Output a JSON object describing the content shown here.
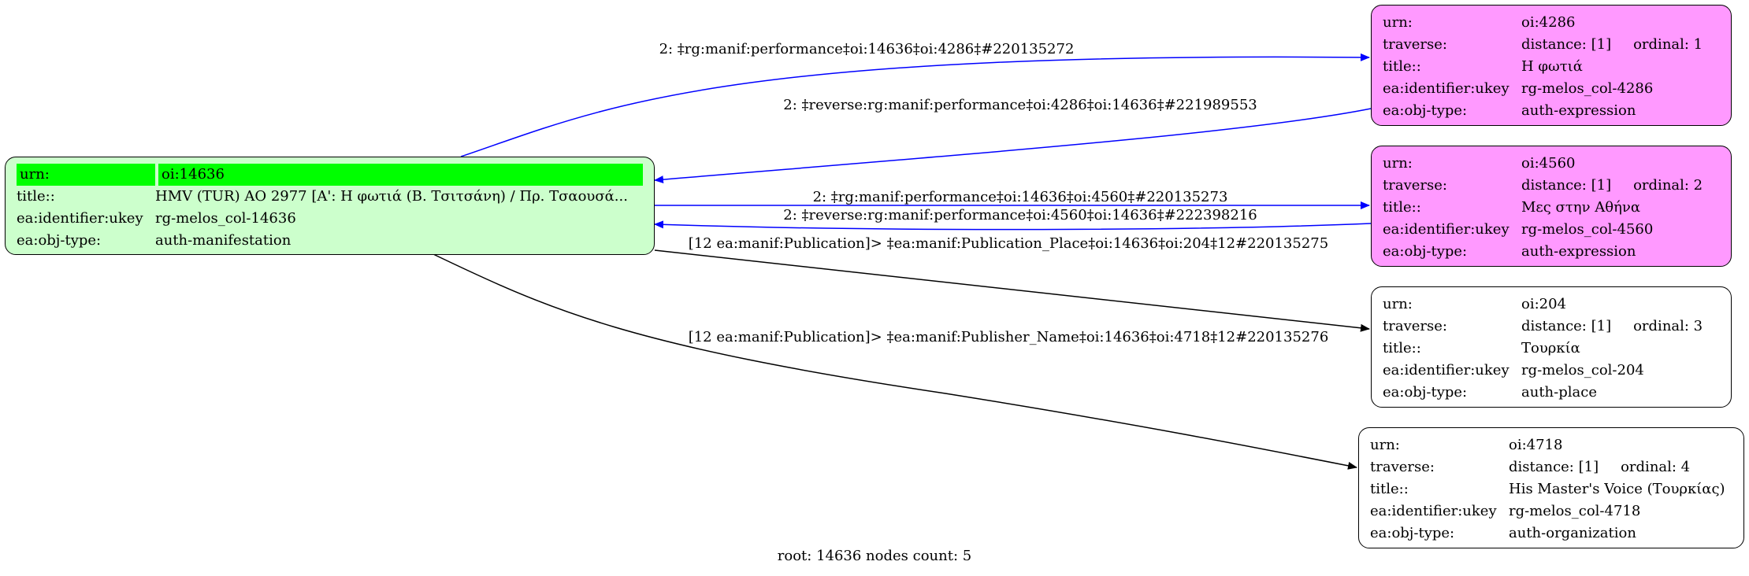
{
  "graph": {
    "footer": "root: 14636 nodes count: 5",
    "root": {
      "urn_key": "urn:",
      "urn": "oi:14636",
      "title_key": "title::",
      "title": "HMV (TUR) AO 2977 [A': Η φωτιά (Β. Τσιτσάνη) / Πρ. Τσαουσά...",
      "ukey_key": "ea:identifier:ukey",
      "ukey": "rg-melos_col-14636",
      "type_key": "ea:obj-type:",
      "type": "auth-manifestation",
      "fill": "#ccffcc",
      "highlight": "#00ff00"
    },
    "nodes": [
      {
        "urn_key": "urn:",
        "urn": "oi:4286",
        "traverse_key": "traverse:",
        "distance": "distance: [1]",
        "ordinal": "ordinal: 1",
        "title_key": "title::",
        "title": "Η φωτιά",
        "ukey_key": "ea:identifier:ukey",
        "ukey": "rg-melos_col-4286",
        "type_key": "ea:obj-type:",
        "type": "auth-expression",
        "fill": "#ff99ff"
      },
      {
        "urn_key": "urn:",
        "urn": "oi:4560",
        "traverse_key": "traverse:",
        "distance": "distance: [1]",
        "ordinal": "ordinal: 2",
        "title_key": "title::",
        "title": "Μες στην Αθήνα",
        "ukey_key": "ea:identifier:ukey",
        "ukey": "rg-melos_col-4560",
        "type_key": "ea:obj-type:",
        "type": "auth-expression",
        "fill": "#ff99ff"
      },
      {
        "urn_key": "urn:",
        "urn": "oi:204",
        "traverse_key": "traverse:",
        "distance": "distance: [1]",
        "ordinal": "ordinal: 3",
        "title_key": "title::",
        "title": "Τουρκία",
        "ukey_key": "ea:identifier:ukey",
        "ukey": "rg-melos_col-204",
        "type_key": "ea:obj-type:",
        "type": "auth-place",
        "fill": "#ffffff"
      },
      {
        "urn_key": "urn:",
        "urn": "oi:4718",
        "traverse_key": "traverse:",
        "distance": "distance: [1]",
        "ordinal": "ordinal: 4",
        "title_key": "title::",
        "title": "His Master's Voice (Τουρκίας)",
        "ukey_key": "ea:identifier:ukey",
        "ukey": "rg-melos_col-4718",
        "type_key": "ea:obj-type:",
        "type": "auth-organization",
        "fill": "#ffffff"
      }
    ],
    "edges": [
      {
        "label": "2: ‡rg:manif:performance‡oi:14636‡oi:4286‡#220135272",
        "color": "#0000ff"
      },
      {
        "label": "2: ‡reverse:rg:manif:performance‡oi:4286‡oi:14636‡#221989553",
        "color": "#0000ff"
      },
      {
        "label": "2: ‡rg:manif:performance‡oi:14636‡oi:4560‡#220135273",
        "color": "#0000ff"
      },
      {
        "label": "2: ‡reverse:rg:manif:performance‡oi:4560‡oi:14636‡#222398216",
        "color": "#0000ff"
      },
      {
        "label": "[12 ea:manif:Publication]> ‡ea:manif:Publication_Place‡oi:14636‡oi:204‡12#220135275",
        "color": "#000000"
      },
      {
        "label": "[12 ea:manif:Publication]> ‡ea:manif:Publisher_Name‡oi:14636‡oi:4718‡12#220135276",
        "color": "#000000"
      }
    ]
  }
}
